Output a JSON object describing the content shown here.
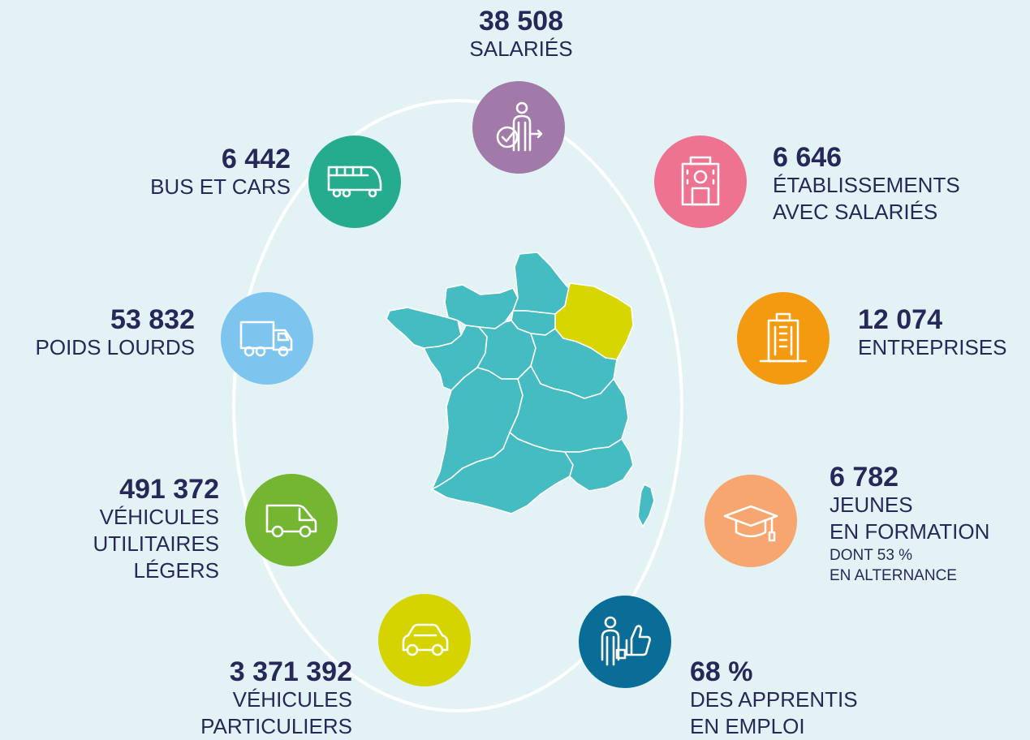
{
  "colors": {
    "background": "#e3f3f5",
    "ring": "#ffffff",
    "text": "#27285a",
    "map_region": "#45bcc2",
    "map_highlight": "#d8d600"
  },
  "stats": {
    "salaries": {
      "value": "38 508",
      "label": "SALARIÉS",
      "color": "#a27aaa",
      "icon": "technician-icon"
    },
    "etablissements": {
      "value": "6 646",
      "label_line1": "ÉTABLISSEMENTS",
      "label_line2": "AVEC SALARIÉS",
      "color": "#ee7391",
      "icon": "building-icon"
    },
    "entreprises": {
      "value": "12 074",
      "label": "ENTREPRISES",
      "color": "#f49a10",
      "icon": "office-tower-icon"
    },
    "jeunes": {
      "value": "6 782",
      "label_line1": "JEUNES",
      "label_line2": "EN FORMATION",
      "sub_line1": "DONT 53 %",
      "sub_line2": "EN ALTERNANCE",
      "color": "#f6a66e",
      "icon": "graduation-cap-icon"
    },
    "apprentis": {
      "value": "68 %",
      "label_line1": "DES APPRENTIS",
      "label_line2": "EN EMPLOI",
      "color": "#0a6d97",
      "icon": "worker-thumbs-up-icon"
    },
    "particuliers": {
      "value": "3 371 392",
      "label_line1": "VÉHICULES",
      "label_line2": "PARTICULIERS",
      "color": "#d6d400",
      "icon": "car-icon"
    },
    "utilitaires": {
      "value": "491 372",
      "label_line1": "VÉHICULES",
      "label_line2": "UTILITAIRES",
      "label_line3": "LÉGERS",
      "color": "#74b532",
      "icon": "van-icon"
    },
    "poids_lourds": {
      "value": "53 832",
      "label": "POIDS LOURDS",
      "color": "#7dc4ee",
      "icon": "truck-icon"
    },
    "bus": {
      "value": "6 442",
      "label": "BUS ET CARS",
      "color": "#25ac8e",
      "icon": "bus-icon"
    }
  }
}
